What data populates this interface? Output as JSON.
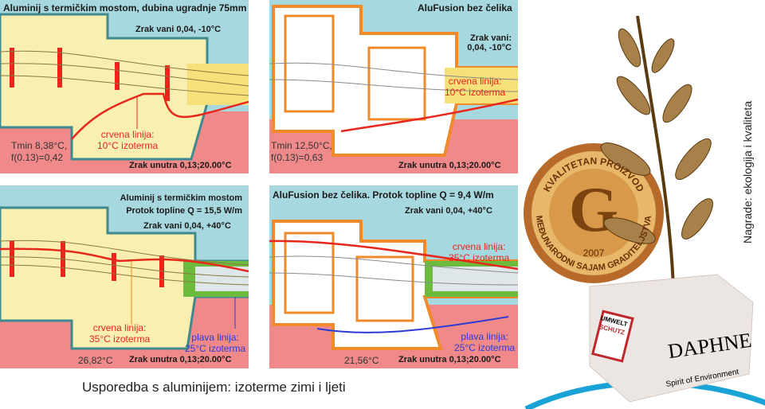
{
  "panels": [
    {
      "title": "Aluminij s termičkim mostom, dubina ugradnje 75mm",
      "outside": "Zrak vani 0,04, -10°C",
      "red_line": "crvena linija:",
      "red_iso": "10°C izoterma",
      "tmin": "Tmin 8,38°C,",
      "f": "f(0.13)=0,42",
      "inside": "Zrak unutra 0,13;20.00°C"
    },
    {
      "title": "AluFusion bez čelika",
      "outside1": "Zrak vani:",
      "outside2": "0,04, -10°C",
      "red_line": "crvena linija:",
      "red_iso": "10°C izoterma",
      "tmin": "Tmin 12,50°C,",
      "f": "f(0.13)=0,63",
      "inside": "Zrak unutra 0,13;20.00°C"
    },
    {
      "title1": "Aluminij s termičkim mostom",
      "title2": "Protok topline Q = 15,5 W/m",
      "outside": "Zrak vani 0,04, +40°C",
      "red_line": "crvena linija:",
      "red_iso": "35°C izoterma",
      "blue_line": "plava linija:",
      "blue_iso": "25°C izoterma",
      "temp": "26,82°C",
      "inside": "Zrak unutra 0,13;20.00°C"
    },
    {
      "title": "AluFusion bez čelika. Protok topline Q = 9,4 W/m",
      "outside": "Zrak vani 0,04, +40°C",
      "red_line": "crvena linija:",
      "red_iso": "35°C izoterma",
      "blue_line": "plava linija:",
      "blue_iso": "25°C izoterma",
      "temp": "21,56°C",
      "inside": "Zrak unutra 0,13;20.00°C"
    }
  ],
  "caption": "Usporedba s aluminijem: izoterme zimi i ljeti",
  "awards_label": "Nagrade: ekologija i kvaliteta",
  "medal": {
    "top": "KVALITETAN PROIZVOD",
    "bottom": "MEĐUNARODNI SAJAM GRADITELJSTVA",
    "year": "2007"
  },
  "trophy": {
    "name": "DAPHNE",
    "sub": "Spirit of Environment",
    "logo1": "UMWELT",
    "logo2": "SCHUTZ"
  },
  "colors": {
    "outside": "#a8d8df",
    "inside": "#f08a8a",
    "profile": "#f9efb0",
    "alu": "#3f8a8f",
    "pvc": "#f08a2a",
    "red": "#e8271c",
    "blue": "#2a3bd6"
  }
}
